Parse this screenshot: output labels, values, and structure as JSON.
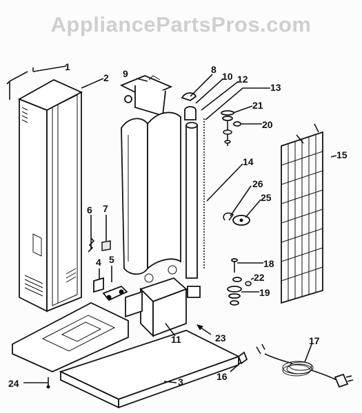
{
  "watermark": "AppliancePartsPros.com",
  "callouts": [
    {
      "id": "c1",
      "label": "1"
    },
    {
      "id": "c2",
      "label": "2"
    },
    {
      "id": "c3",
      "label": "3"
    },
    {
      "id": "c4",
      "label": "4"
    },
    {
      "id": "c5",
      "label": "5"
    },
    {
      "id": "c6",
      "label": "6"
    },
    {
      "id": "c7",
      "label": "7"
    },
    {
      "id": "c8",
      "label": "8"
    },
    {
      "id": "c9",
      "label": "9"
    },
    {
      "id": "c10",
      "label": "10"
    },
    {
      "id": "c11",
      "label": "11"
    },
    {
      "id": "c12",
      "label": "12"
    },
    {
      "id": "c13",
      "label": "13"
    },
    {
      "id": "c14",
      "label": "14"
    },
    {
      "id": "c15",
      "label": "15"
    },
    {
      "id": "c16",
      "label": "16"
    },
    {
      "id": "c17",
      "label": "17"
    },
    {
      "id": "c18",
      "label": "18"
    },
    {
      "id": "c19",
      "label": "19"
    },
    {
      "id": "c20",
      "label": "20"
    },
    {
      "id": "c21",
      "label": "21"
    },
    {
      "id": "c22",
      "label": "22"
    },
    {
      "id": "c23",
      "label": "23"
    },
    {
      "id": "c24",
      "label": "24"
    },
    {
      "id": "c25",
      "label": "25"
    },
    {
      "id": "c26",
      "label": "26"
    }
  ]
}
